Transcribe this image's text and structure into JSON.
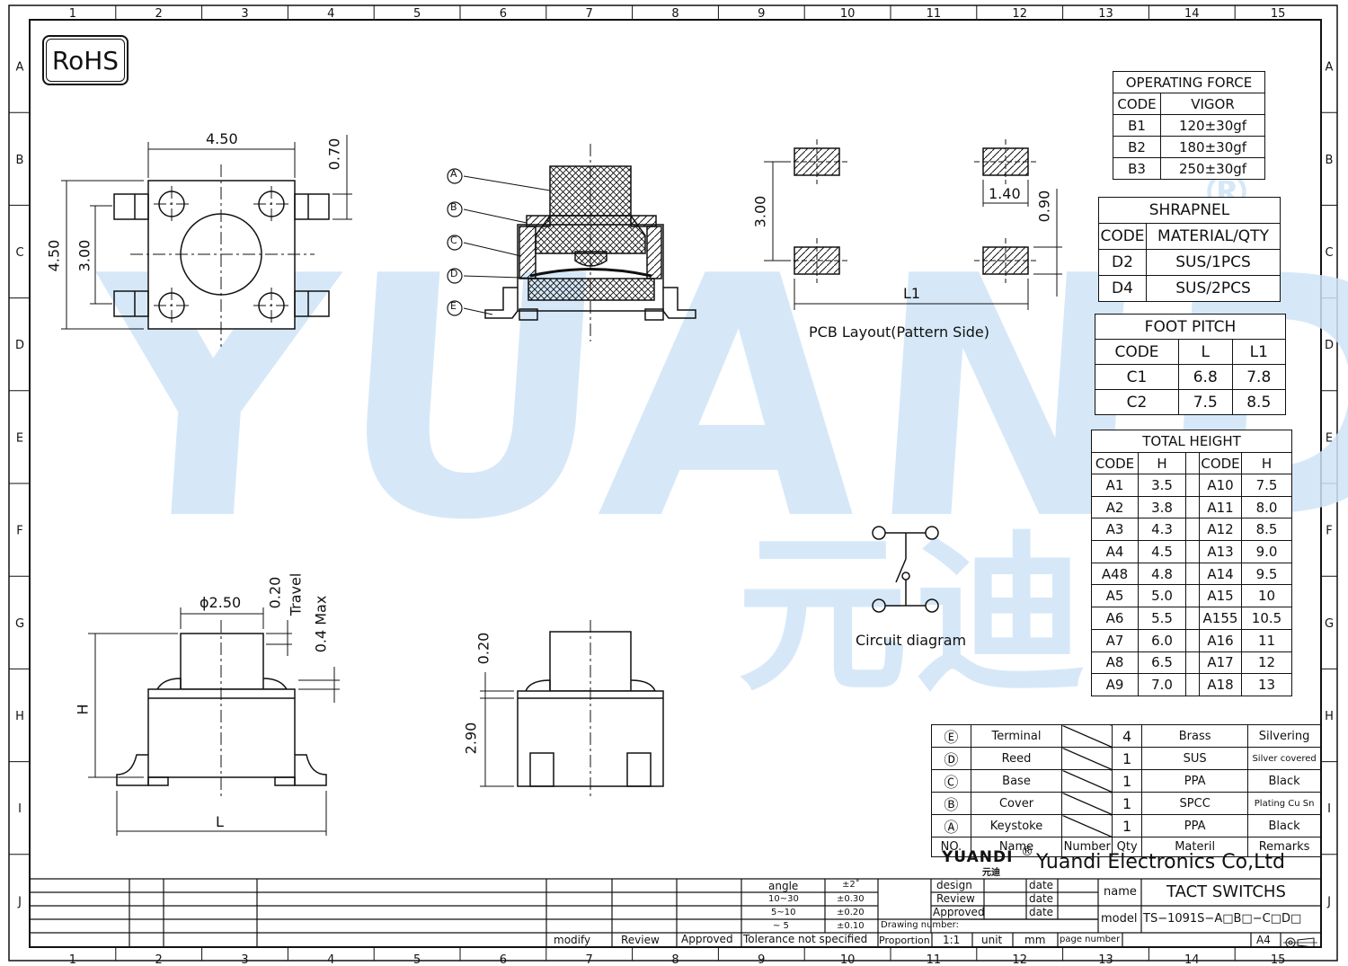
{
  "rohs": "RoHS",
  "watermark": {
    "latin": "YUANDI",
    "cjk": "元迪",
    "reg": "®"
  },
  "grid": {
    "cols": [
      "1",
      "2",
      "3",
      "4",
      "5",
      "6",
      "7",
      "8",
      "9",
      "10",
      "11",
      "12",
      "13",
      "14",
      "15"
    ],
    "rows": [
      "A",
      "B",
      "C",
      "D",
      "E",
      "F",
      "G",
      "H",
      "I",
      "J"
    ]
  },
  "dims": {
    "top_w": "4.50",
    "top_h": "4.50",
    "top_inner": "3.00",
    "top_lead": "0.70",
    "pcb_h": "3.00",
    "pcb_pad_w": "1.40",
    "pcb_pad_h": "0.90",
    "pcb_l1": "L1",
    "pcb_caption": "PCB  Layout(Pattern  Side)",
    "side_dia": "ϕ2.50",
    "side_travel_v": "0.20",
    "side_travel": "Travel",
    "side_max": "0.4 Max",
    "side_h": "H",
    "side_l": "L",
    "front_020": "0.20",
    "front_290": "2.90",
    "circuit_caption": "Circuit  diagram"
  },
  "callouts": [
    "A",
    "B",
    "C",
    "D",
    "E"
  ],
  "operating_force": {
    "title": "OPERATING  FORCE",
    "headers": [
      "CODE",
      "VIGOR"
    ],
    "rows": [
      [
        "B1",
        "120±30gf"
      ],
      [
        "B2",
        "180±30gf"
      ],
      [
        "B3",
        "250±30gf"
      ]
    ]
  },
  "shrapnel": {
    "title": "SHRAPNEL",
    "headers": [
      "CODE",
      "MATERIAL/QTY"
    ],
    "rows": [
      [
        "D2",
        "SUS/1PCS"
      ],
      [
        "D4",
        "SUS/2PCS"
      ]
    ]
  },
  "foot_pitch": {
    "title": "FOOT  PITCH",
    "headers": [
      "CODE",
      "L",
      "L1"
    ],
    "rows": [
      [
        "C1",
        "6.8",
        "7.8"
      ],
      [
        "C2",
        "7.5",
        "8.5"
      ]
    ]
  },
  "total_height": {
    "title": "TOTAL  HEIGHT",
    "headers": [
      "CODE",
      "H",
      "CODE",
      "H"
    ],
    "rows": [
      [
        "A1",
        "3.5",
        "A10",
        "7.5"
      ],
      [
        "A2",
        "3.8",
        "A11",
        "8.0"
      ],
      [
        "A3",
        "4.3",
        "A12",
        "8.5"
      ],
      [
        "A4",
        "4.5",
        "A13",
        "9.0"
      ],
      [
        "A48",
        "4.8",
        "A14",
        "9.5"
      ],
      [
        "A5",
        "5.0",
        "A15",
        "10"
      ],
      [
        "A6",
        "5.5",
        "A155",
        "10.5"
      ],
      [
        "A7",
        "6.0",
        "A16",
        "11"
      ],
      [
        "A8",
        "6.5",
        "A17",
        "12"
      ],
      [
        "A9",
        "7.0",
        "A18",
        "13"
      ]
    ]
  },
  "bom": {
    "rows": [
      {
        "no": "E",
        "name": "Terminal",
        "qty": "4",
        "material": "Brass",
        "remarks": "Silvering"
      },
      {
        "no": "D",
        "name": "Reed",
        "qty": "1",
        "material": "SUS",
        "remarks": "Silver covered"
      },
      {
        "no": "C",
        "name": "Base",
        "qty": "1",
        "material": "PPA",
        "remarks": "Black"
      },
      {
        "no": "B",
        "name": "Cover",
        "qty": "1",
        "material": "SPCC",
        "remarks": "Plating Cu Sn"
      },
      {
        "no": "A",
        "name": "Keystoke",
        "qty": "1",
        "material": "PPA",
        "remarks": "Black"
      }
    ],
    "headers": {
      "no": "NO.",
      "name": "Name",
      "number": "Number",
      "qty": "Qty",
      "material": "Materil",
      "remarks": "Remarks"
    }
  },
  "title_block": {
    "logo": "YUANDI",
    "logo_reg": "®",
    "logo_cjk": "元迪",
    "company": "Yuandi Electronics Co,Ltd",
    "design": "design",
    "review": "Review",
    "approved": "Approved",
    "date": "date",
    "name_label": "name",
    "name_value": "TACT  SWITCHS",
    "model_label": "model",
    "model_value": "TS−1091S−A□B□−C□D□",
    "drawing_number": "Drawing number:",
    "proportion": "Proportion",
    "proportion_value": "1:1",
    "unit": "unit",
    "unit_value": "mm",
    "page_number": "page number",
    "paper": "A4",
    "modify": "modify",
    "review2": "Review",
    "approved2": "Approved",
    "tolerance": "Tolerance  not  specified",
    "angle": "angle",
    "angle_tol": "±2˚",
    "tol_rows": [
      [
        "10~30",
        "±0.30"
      ],
      [
        "5~10",
        "±0.20"
      ],
      [
        "~ 5",
        "±0.10"
      ]
    ]
  }
}
